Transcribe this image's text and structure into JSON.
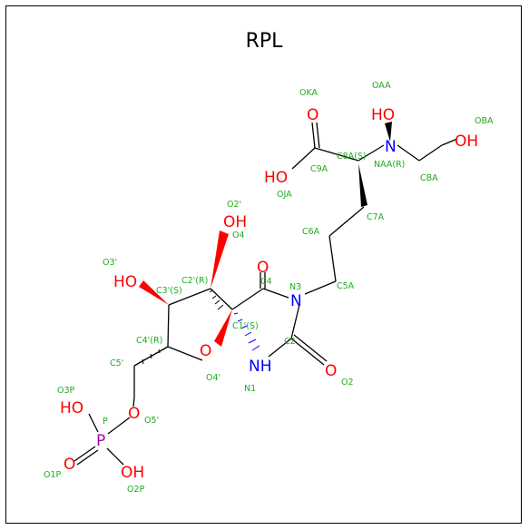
{
  "title": "RPL",
  "colors": {
    "oxygen": "#ff0000",
    "nitrogen": "#0000ff",
    "phosphorus": "#aa00aa",
    "annotation": "#22aa22",
    "bond": "#000000"
  },
  "atoms": [
    {
      "id": "ho_top",
      "text": "HO",
      "color": "#ff0000"
    },
    {
      "id": "oh_right",
      "text": "OH",
      "color": "#ff0000"
    },
    {
      "id": "n_naa",
      "text": "N",
      "color": "#0000ff"
    },
    {
      "id": "o_oka",
      "text": "O",
      "color": "#ff0000"
    },
    {
      "id": "ho_c9a",
      "text": "HO",
      "color": "#ff0000"
    },
    {
      "id": "oh_o2p",
      "text": "OH",
      "color": "#ff0000"
    },
    {
      "id": "ho_o3p_c",
      "text": "HO",
      "color": "#ff0000"
    },
    {
      "id": "o_c4",
      "text": "O",
      "color": "#ff0000"
    },
    {
      "id": "n_n3",
      "text": "N",
      "color": "#0000ff"
    },
    {
      "id": "o_ring",
      "text": "O",
      "color": "#ff0000"
    },
    {
      "id": "nh_n1",
      "text": "NH",
      "color": "#0000ff"
    },
    {
      "id": "o_c2",
      "text": "O",
      "color": "#ff0000"
    },
    {
      "id": "o_o5",
      "text": "O",
      "color": "#ff0000"
    },
    {
      "id": "p_atom",
      "text": "P",
      "color": "#aa00aa"
    },
    {
      "id": "o_o1p",
      "text": "O",
      "color": "#ff0000"
    },
    {
      "id": "oh_o2pp",
      "text": "OH",
      "color": "#ff0000"
    },
    {
      "id": "ho_o3p",
      "text": "HO",
      "color": "#ff0000"
    }
  ],
  "labels": [
    "OKA",
    "OAA",
    "OBA",
    "C8A(S)",
    "NAA(R)",
    "C9A",
    "CBA",
    "OJA",
    "O2'",
    "O4",
    "C7A",
    "C6A",
    "O3'",
    "C2'(R)",
    "C3'(S)",
    "C4",
    "N3",
    "C5A",
    "C1'(S)",
    "C4'(R)",
    "C2",
    "C5'",
    "O4'",
    "O2",
    "N1",
    "O3P",
    "P",
    "O5'",
    "O1P",
    "O2P"
  ]
}
